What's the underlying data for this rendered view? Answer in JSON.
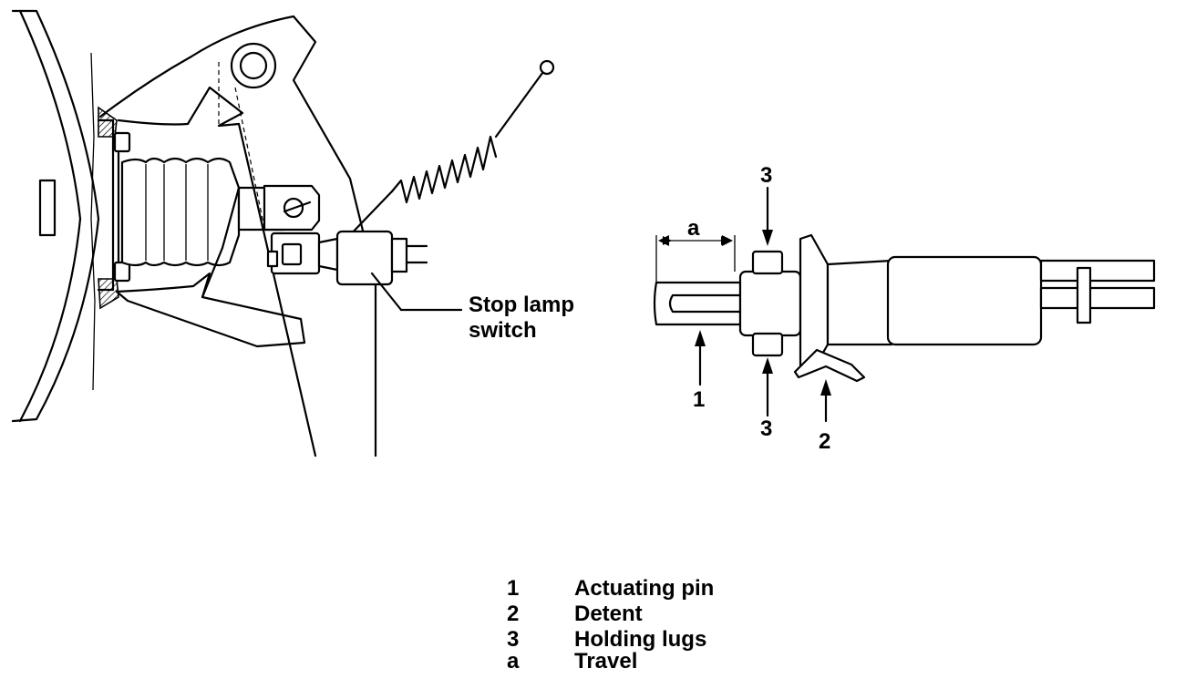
{
  "callouts": {
    "stop_lamp_switch_line1": "Stop lamp",
    "stop_lamp_switch_line2": "switch",
    "travel": "a",
    "actuating_pin": "1",
    "detent": "2",
    "holding_lugs_top": "3",
    "holding_lugs_bottom": "3"
  },
  "legend": [
    {
      "key": "1",
      "label": "Actuating pin"
    },
    {
      "key": "2",
      "label": "Detent"
    },
    {
      "key": "3",
      "label": "Holding lugs"
    },
    {
      "key": "a",
      "label": "Travel"
    }
  ]
}
